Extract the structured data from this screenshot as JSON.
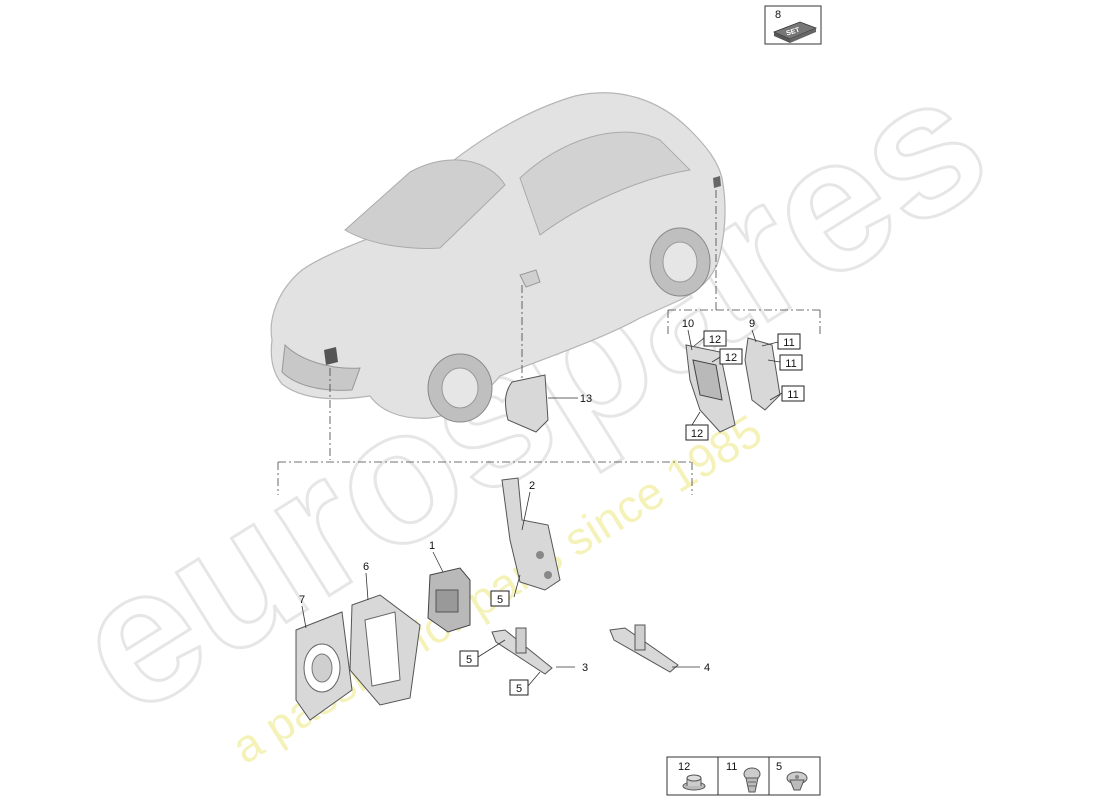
{
  "watermark": {
    "brand": "eurospares",
    "tagline": "a passion for parts since 1985"
  },
  "colors": {
    "car_body": "#e2e2e2",
    "part_fill": "#d8d8d8",
    "line": "#333333",
    "watermark_text": "#f3f0a8"
  },
  "callouts": [
    {
      "id": "1",
      "label": "1",
      "boxed": false
    },
    {
      "id": "2",
      "label": "2",
      "boxed": false
    },
    {
      "id": "3",
      "label": "3",
      "boxed": false
    },
    {
      "id": "4",
      "label": "4",
      "boxed": false
    },
    {
      "id": "5a",
      "label": "5",
      "boxed": true
    },
    {
      "id": "5b",
      "label": "5",
      "boxed": true
    },
    {
      "id": "5c",
      "label": "5",
      "boxed": true
    },
    {
      "id": "6",
      "label": "6",
      "boxed": false
    },
    {
      "id": "7",
      "label": "7",
      "boxed": false
    },
    {
      "id": "9",
      "label": "9",
      "boxed": false
    },
    {
      "id": "10",
      "label": "10",
      "boxed": false
    },
    {
      "id": "11a",
      "label": "11",
      "boxed": true
    },
    {
      "id": "11b",
      "label": "11",
      "boxed": true
    },
    {
      "id": "11c",
      "label": "11",
      "boxed": true
    },
    {
      "id": "12a",
      "label": "12",
      "boxed": true
    },
    {
      "id": "12b",
      "label": "12",
      "boxed": true
    },
    {
      "id": "12c",
      "label": "12",
      "boxed": true
    },
    {
      "id": "13",
      "label": "13",
      "boxed": false
    }
  ],
  "set_box": {
    "label": "8",
    "badge": "SET"
  },
  "legend": [
    {
      "label": "12",
      "icon": "nut-icon"
    },
    {
      "label": "11",
      "icon": "screw-icon"
    },
    {
      "label": "5",
      "icon": "bolt-icon"
    }
  ]
}
